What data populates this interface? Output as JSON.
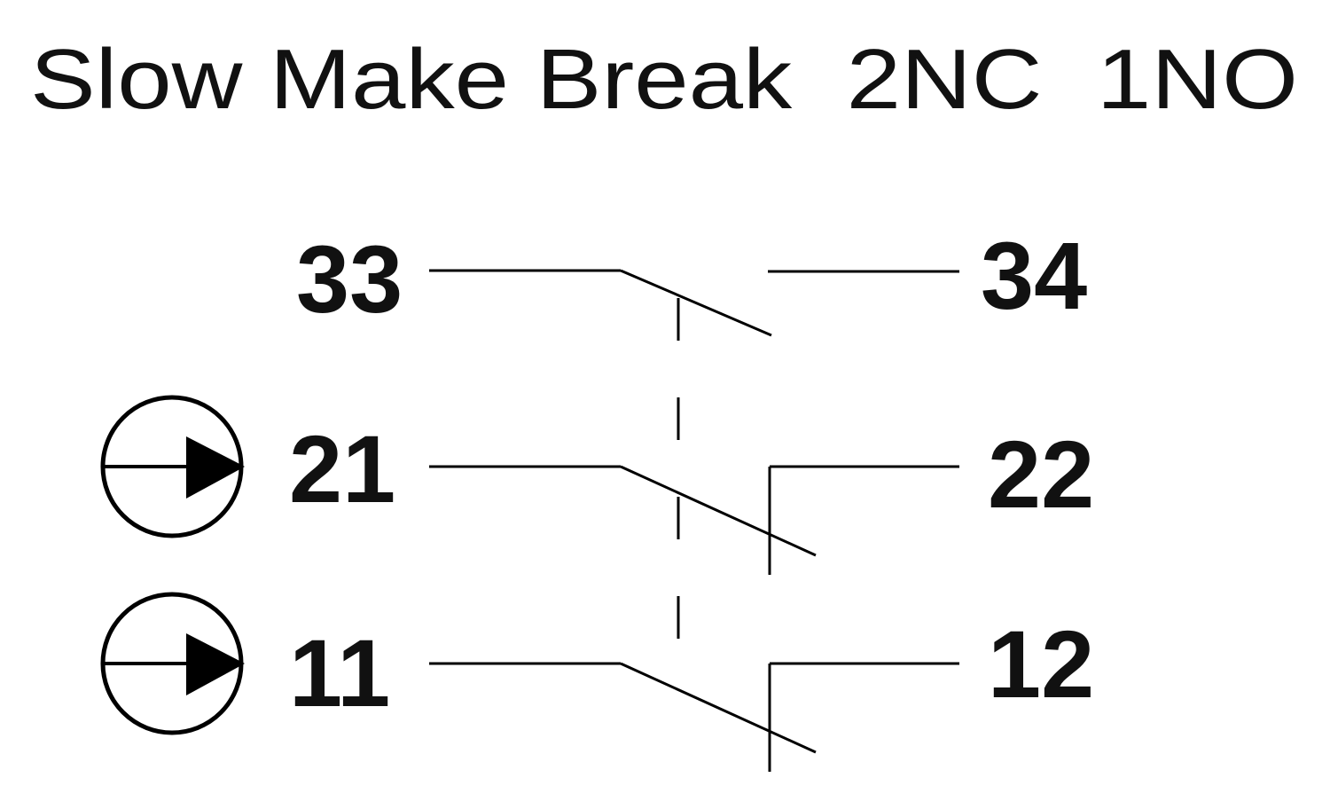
{
  "title": "Slow Make Break  2NC  1NO",
  "terminals": {
    "no_left": "33",
    "no_right": "34",
    "nc1_left": "21",
    "nc1_right": "22",
    "nc2_left": "11",
    "nc2_right": "12"
  },
  "contacts": [
    {
      "type": "NO",
      "from": "33",
      "to": "34"
    },
    {
      "type": "NC",
      "from": "21",
      "to": "22",
      "positive_opening": true
    },
    {
      "type": "NC",
      "from": "11",
      "to": "12",
      "positive_opening": true
    }
  ],
  "colors": {
    "line": "#000000",
    "background": "#ffffff"
  },
  "icons": {
    "positive_opening": "positive-opening-arrow-icon"
  }
}
